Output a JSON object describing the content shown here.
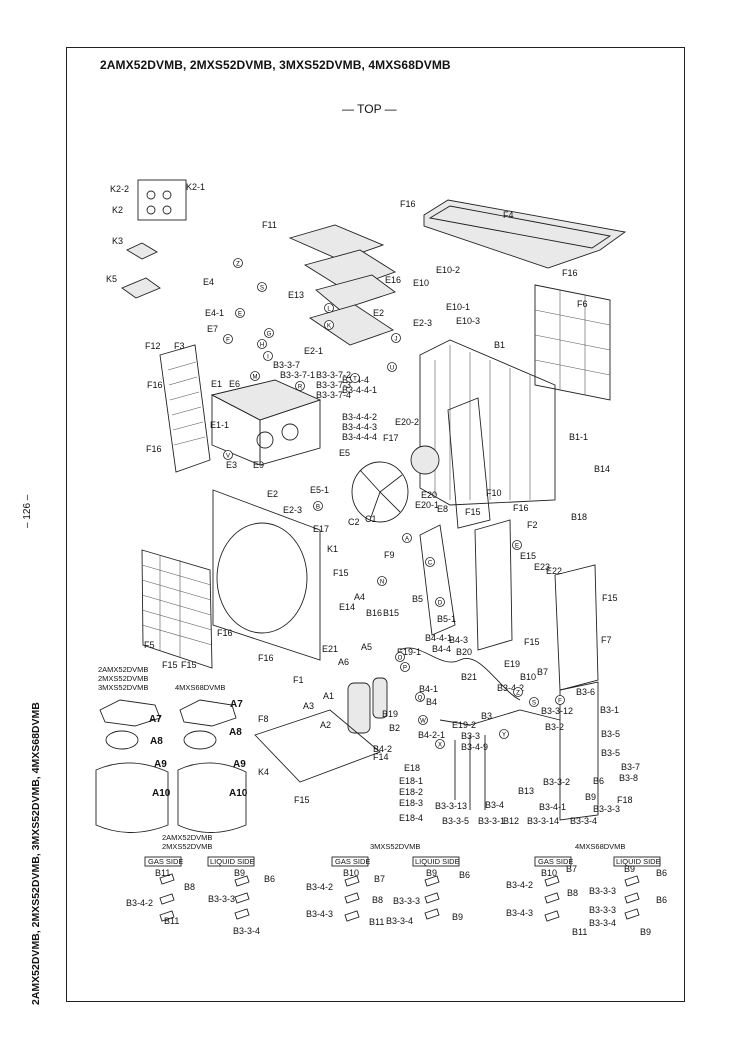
{
  "page": {
    "title": "2AMX52DVMB, 2MXS52DVMB, 3MXS52DVMB, 4MXS68DVMB",
    "view_label": "— TOP —",
    "page_number": "– 126 –",
    "spine_text": "2AMX52DVMB, 2MXS52DVMB, 3MXS52DVMB, 4MXS68DVMB"
  },
  "sections": {
    "compressor_left_models": "2AMX52DVMB\n2MXS52DVMB\n3MXS52DVMB",
    "compressor_left_lines": [
      "2AMX52DVMB",
      "2MXS52DVMB",
      "3MXS52DVMB"
    ],
    "compressor_right_model": "4MXS68DVMB",
    "valves_left_models": [
      "2AMX52DVMB",
      "2MXS52DVMB"
    ],
    "valves_mid_model": "3MXS52DVMB",
    "valves_right_model": "4MXS68DVMB",
    "gas_side": "GAS SIDE",
    "liquid_side": "LIQUID SIDE"
  },
  "labels": {
    "K2-2": "K2-2",
    "K2-1": "K2-1",
    "K2": "K2",
    "K3": "K3",
    "K5": "K5",
    "F11": "F11",
    "F16a": "F16",
    "F4": "F4",
    "F16b": "F16",
    "E10-2": "E10-2",
    "E10": "E10",
    "E16": "E16",
    "E4": "E4",
    "E13": "E13",
    "E4-1": "E4-1",
    "E7": "E7",
    "E2": "E2",
    "E2-3a": "E2-3",
    "E10-1": "E10-1",
    "E10-3": "E10-3",
    "F6": "F6",
    "E2-1": "E2-1",
    "F12": "F12",
    "F3": "F3",
    "F16c": "F16",
    "B3-3-7": "B3-3-7",
    "B3-3-7-1": "B3-3-7-1",
    "B3-3-7-2": "B3-3-7-2",
    "B3-3-7-3": "B3-3-7-3",
    "B3-3-7-4": "B3-3-7-4",
    "B3-4-4": "B3-4-4",
    "B3-4-4-1": "B3-4-4-1",
    "B1": "B1",
    "E1": "E1",
    "E6": "E6",
    "E1-1": "E1-1",
    "B3-4-4-2": "B3-4-4-2",
    "B3-4-4-3": "B3-4-4-3",
    "B3-4-4-4": "B3-4-4-4",
    "E20-2": "E20-2",
    "F17": "F17",
    "B1-1": "B1-1",
    "F16d": "F16",
    "E3": "E3",
    "E9": "E9",
    "E5": "E5",
    "B14": "B14",
    "E2b": "E2",
    "E5-1": "E5-1",
    "E2-3b": "E2-3",
    "E17": "E17",
    "C2": "C2",
    "C1": "C1",
    "F15a": "F15",
    "F10": "F10",
    "E20": "E20",
    "E20-1": "E20-1",
    "E8": "E8",
    "B18": "B18",
    "F16e": "F16",
    "F2": "F2",
    "K1": "K1",
    "F15b": "F15",
    "F9": "F9",
    "E15": "E15",
    "E23": "E23",
    "E22": "E22",
    "F15c": "F15",
    "F5": "F5",
    "A4": "A4",
    "B5": "B5",
    "E14": "E14",
    "B16": "B16",
    "B15": "B15",
    "B5-1": "B5-1",
    "F15d": "F15",
    "F7": "F7",
    "B4-4-1": "B4-4-1",
    "B4-3": "B4-3",
    "F16f": "F16",
    "E21": "E21",
    "A5": "A5",
    "E19-1": "E19-1",
    "B4-4": "B4-4",
    "B20": "B20",
    "F15e": "F15",
    "F16g": "F16",
    "A6": "A6",
    "E19": "E19",
    "B10a": "B10",
    "B7a": "B7",
    "F15f": "F15",
    "F1": "F1",
    "B21": "B21",
    "B3-4-2a": "B3-4-2",
    "B3-6": "B3-6",
    "A1": "A1",
    "B4-1": "B4-1",
    "A3": "A3",
    "B19": "B19",
    "B4": "B4",
    "B3": "B3",
    "B3-3-12": "B3-3-12",
    "B3-1": "B3-1",
    "A2": "A2",
    "B2": "B2",
    "E19-2": "E19-2",
    "B3-3": "B3-3",
    "B3-2": "B3-2",
    "F8": "F8",
    "B4-2-1": "B4-2-1",
    "B3-4-9": "B3-4-9",
    "B3-5a": "B3-5",
    "B4-2": "B4-2",
    "F14": "F14",
    "B3-5b": "B3-5",
    "K4": "K4",
    "E18": "E18",
    "B3-7": "B3-7",
    "B3-8": "B3-8",
    "E18-1": "E18-1",
    "B3-3-2": "B3-3-2",
    "B6a": "B6",
    "E18-2": "E18-2",
    "B13": "B13",
    "B9a": "B9",
    "F15g": "F15",
    "E18-3": "E18-3",
    "B3-3-13": "B3-3-13",
    "B3-4": "B3-4",
    "B3-4-1": "B3-4-1",
    "B3-3-3a": "B3-3-3",
    "F18": "F18",
    "E18-4": "E18-4",
    "B3-3-5": "B3-3-5",
    "B3-3-1": "B3-3-1",
    "B12": "B12",
    "B3-3-14": "B3-3-14",
    "B3-3-4a": "B3-3-4",
    "A7a": "A7",
    "A8a": "A8",
    "A9a": "A9",
    "A10a": "A10",
    "A7b": "A7",
    "A8b": "A8",
    "A9b": "A9",
    "A10b": "A10",
    "v1_B11a": "B11",
    "v1_B8": "B8",
    "v1_B3-4-2": "B3-4-2",
    "v1_B11b": "B11",
    "v1_B9": "B9",
    "v1_B6": "B6",
    "v1_B3-3-3": "B3-3-3",
    "v1_B3-3-4": "B3-3-4",
    "v2_B10": "B10",
    "v2_B7": "B7",
    "v2_B3-4-2": "B3-4-2",
    "v2_B8": "B8",
    "v2_B3-4-3": "B3-4-3",
    "v2_B11": "B11",
    "v2_B9a": "B9",
    "v2_B6": "B6",
    "v2_B3-3-3": "B3-3-3",
    "v2_B3-3-4": "B3-3-4",
    "v2_B9b": "B9",
    "v3_B10": "B10",
    "v3_B7": "B7",
    "v3_B3-4-2": "B3-4-2",
    "v3_B8": "B8",
    "v3_B3-4-3": "B3-4-3",
    "v3_B11": "B11",
    "v3_B9a": "B9",
    "v3_B6a": "B6",
    "v3_B3-3-3a": "B3-3-3",
    "v3_B3-3-3b": "B3-3-3",
    "v3_B6b": "B6",
    "v3_B3-3-4": "B3-3-4",
    "v3_B9b": "B9"
  },
  "markers": [
    "Z",
    "S",
    "F",
    "E",
    "H",
    "G",
    "L",
    "K",
    "J",
    "I",
    "M",
    "R",
    "T",
    "U",
    "V",
    "B",
    "A",
    "C",
    "D",
    "N",
    "O",
    "P",
    "Q",
    "W",
    "X",
    "Y"
  ]
}
